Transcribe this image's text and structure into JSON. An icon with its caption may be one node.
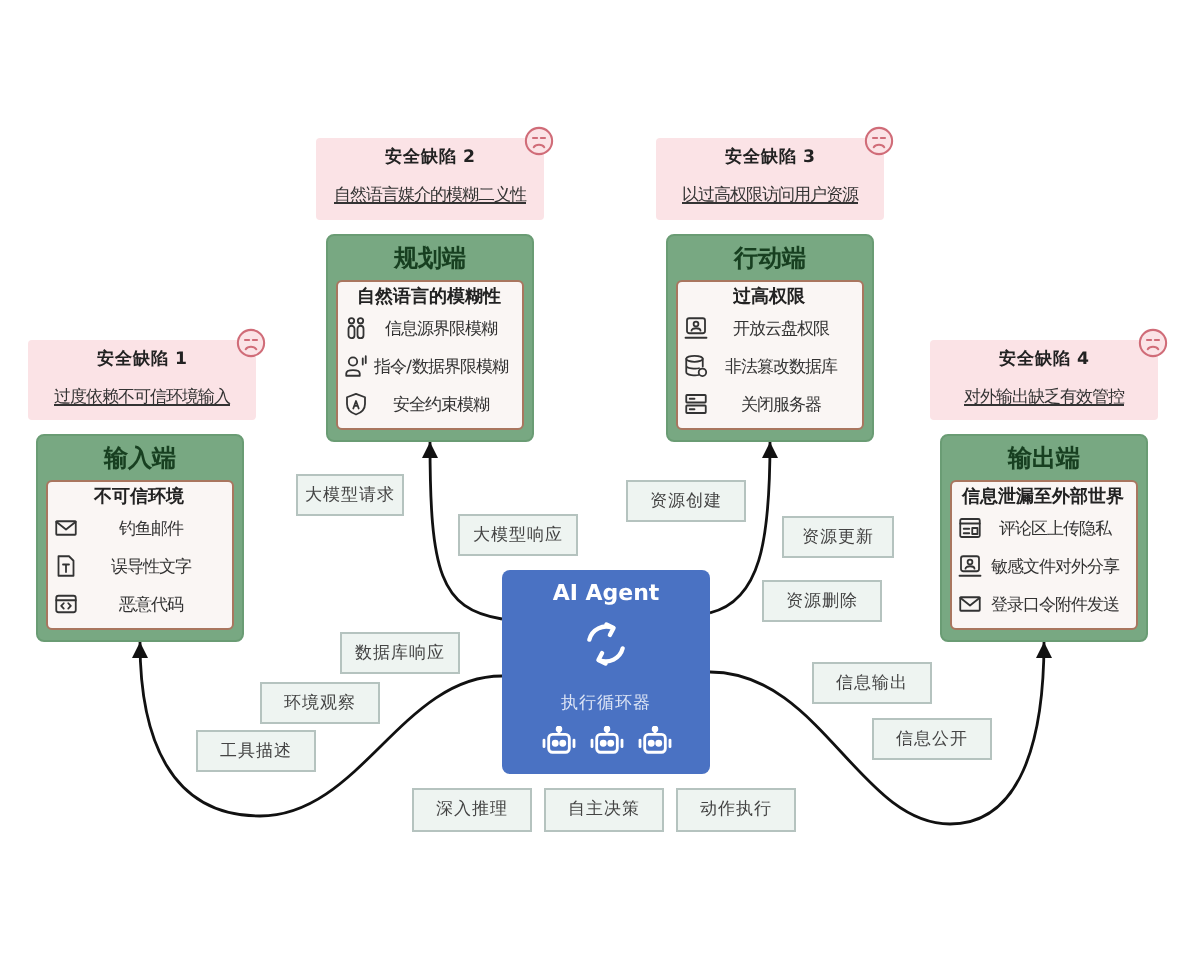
{
  "diagram": {
    "nodes": [
      {
        "text": [
          "安全缺陷 1",
          "过度依赖不可信环境输入"
        ]
      },
      {
        "text": [
          "输入端"
        ]
      },
      {
        "text": [
          "不可信环境",
          "钓鱼邮件",
          "误导性文字",
          "恶意代码"
        ],
        "in": 1
      },
      {
        "text": [
          "安全缺陷 2",
          "自然语言媒介的模糊二义性"
        ]
      },
      {
        "text": [
          "规划端"
        ]
      },
      {
        "text": [
          "自然语言的模糊性",
          "信息源界限模糊",
          "指令/数据界限模糊",
          "安全约束模糊"
        ],
        "in": 4
      },
      {
        "text": [
          "安全缺陷 3",
          "以过高权限访问用户资源"
        ]
      },
      {
        "text": [
          "行动端"
        ]
      },
      {
        "text": [
          "过高权限",
          "开放云盘权限",
          "非法篡改数据库",
          "关闭服务器"
        ],
        "in": 7
      },
      {
        "text": [
          "安全缺陷 4",
          "对外输出缺乏有效管控"
        ]
      },
      {
        "text": [
          "输出端"
        ]
      },
      {
        "text": [
          "信息泄漏至外部世界",
          "评论区上传隐私",
          "敏感文件对外分享",
          "登录口令附件发送"
        ],
        "in": 10
      },
      {
        "text": [
          "AI Agent",
          "执行循环器"
        ]
      },
      {
        "text": [
          "深入推理"
        ]
      },
      {
        "text": [
          "自主决策"
        ]
      },
      {
        "text": [
          "动作执行"
        ]
      },
      {
        "text": [
          "大模型请求"
        ]
      },
      {
        "text": [
          "大模型响应"
        ]
      },
      {
        "text": [
          "资源创建"
        ]
      },
      {
        "text": [
          "资源更新"
        ]
      },
      {
        "text": [
          "资源删除"
        ]
      },
      {
        "text": [
          "数据库响应"
        ]
      },
      {
        "text": [
          "环境观察"
        ]
      },
      {
        "text": [
          "工具描述"
        ]
      },
      {
        "text": [
          "信息输出"
        ]
      },
      {
        "text": [
          "信息公开"
        ]
      }
    ],
    "edges": [
      {
        "from": 12,
        "to": 1,
        "arrow": "to"
      },
      {
        "from": 12,
        "to": 4,
        "arrow": "to"
      },
      {
        "from": 12,
        "to": 7,
        "arrow": "to"
      },
      {
        "from": 12,
        "to": 10,
        "arrow": "to"
      }
    ]
  }
}
